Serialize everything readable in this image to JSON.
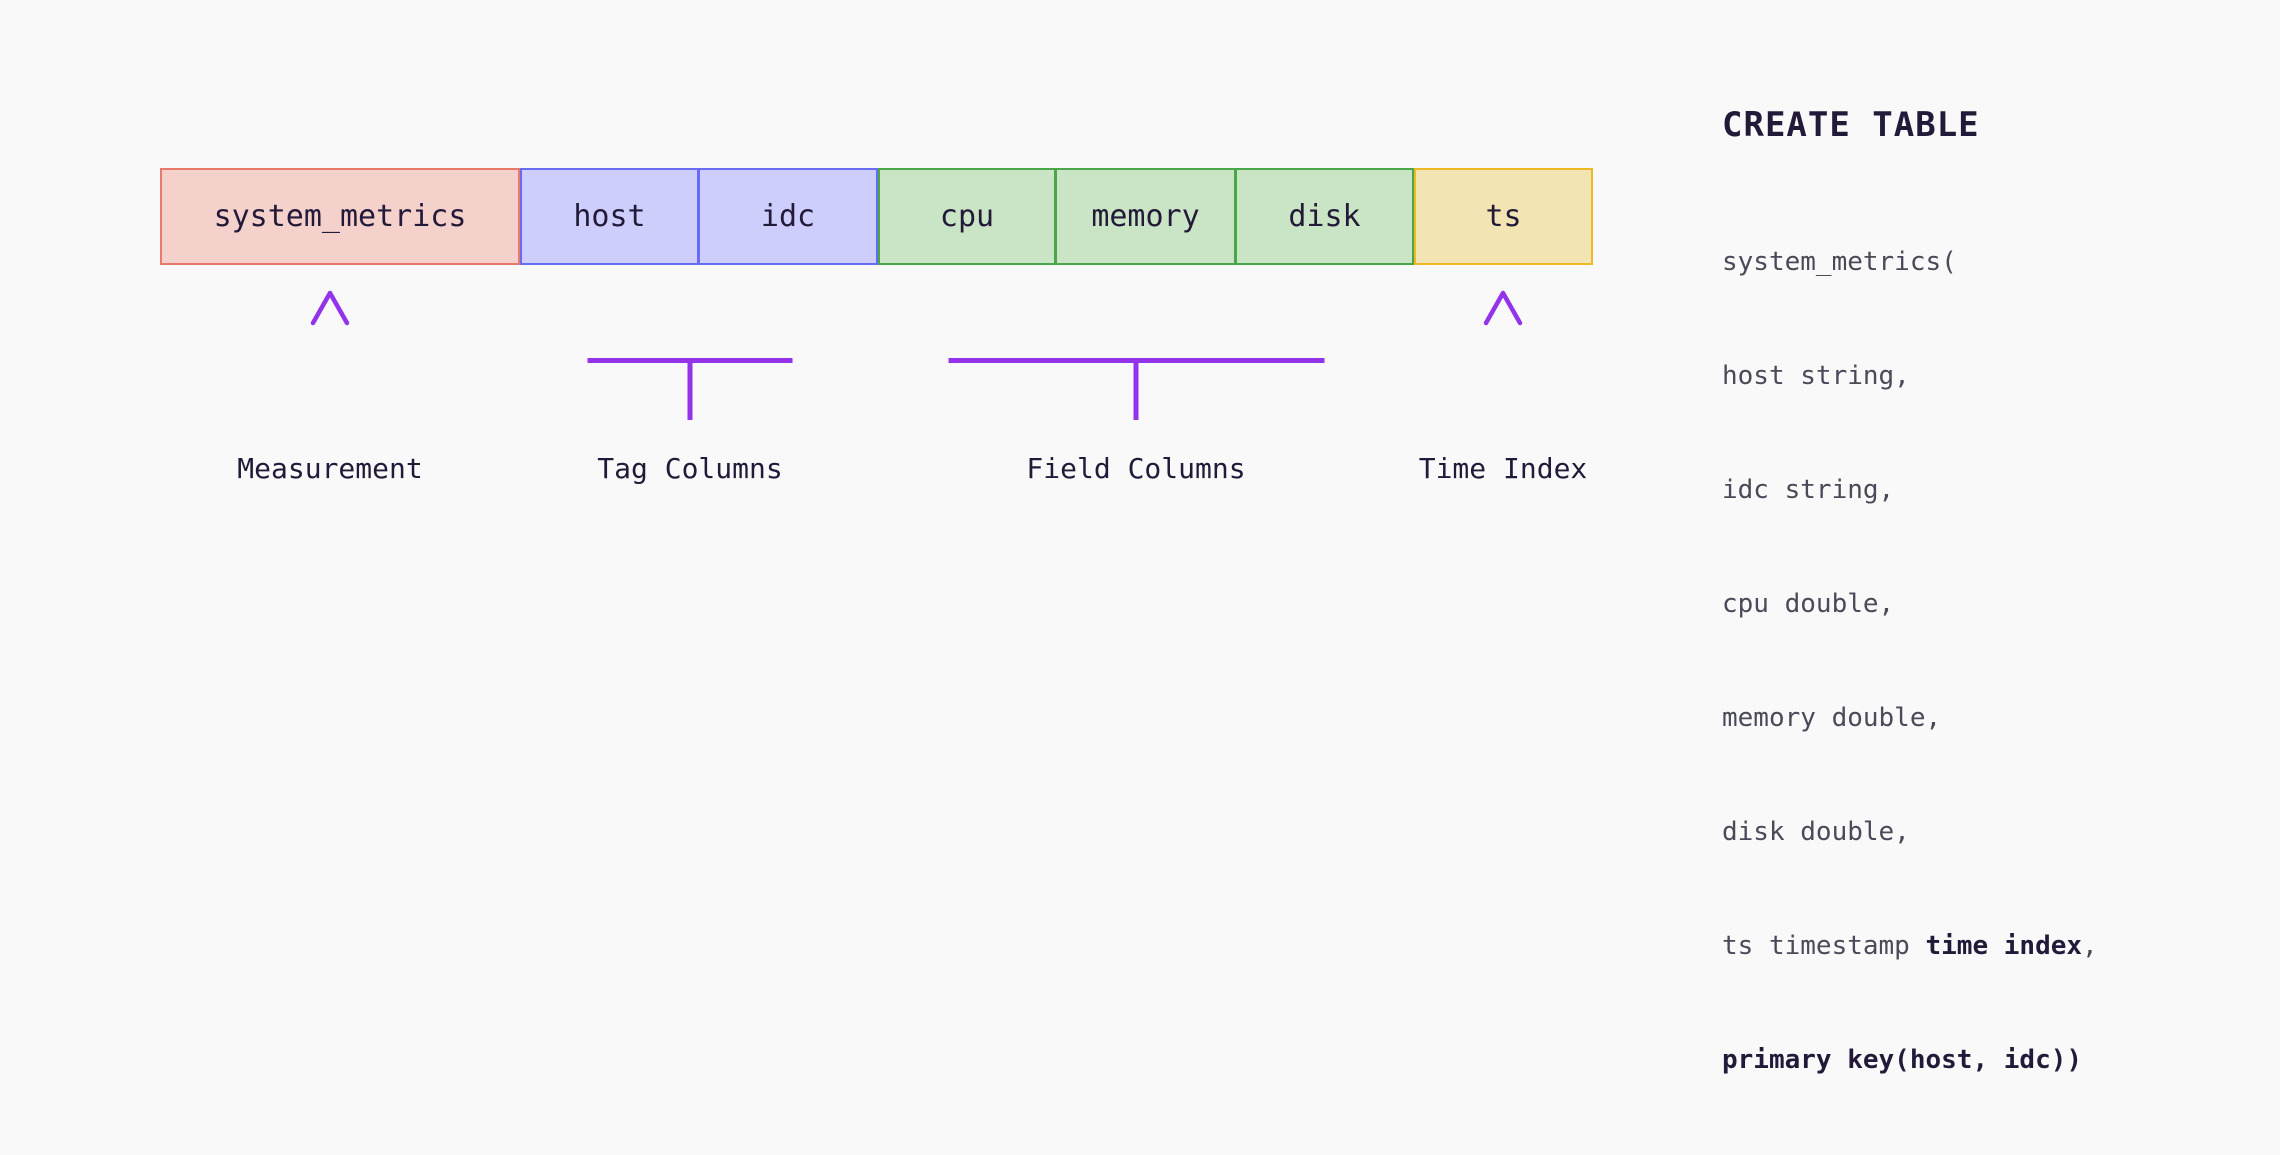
{
  "diagram": {
    "background_color": "#f9f9fa",
    "text_color": "#221a38",
    "accent_color": "#9333ea",
    "groups": [
      {
        "name": "measurement",
        "label": "Measurement",
        "annotation": "arrow",
        "fill": "#f5d1cc",
        "border": "#e9796c",
        "cells": [
          "system_metrics"
        ]
      },
      {
        "name": "tag-columns",
        "label": "Tag Columns",
        "annotation": "bracket",
        "fill": "#cdcefc",
        "border": "#6a6bf5",
        "cells": [
          "host",
          "idc"
        ]
      },
      {
        "name": "field-columns",
        "label": "Field Columns",
        "annotation": "bracket",
        "fill": "#c9e5c5",
        "border": "#4aa648",
        "cells": [
          "cpu",
          "memory",
          "disk"
        ]
      },
      {
        "name": "time-index",
        "label": "Time Index",
        "annotation": "arrow",
        "fill": "#f3e4b4",
        "border": "#efb926",
        "cells": [
          "ts"
        ]
      }
    ],
    "cells": {
      "system_metrics": "system_metrics",
      "host": "host",
      "idc": "idc",
      "cpu": "cpu",
      "memory": "memory",
      "disk": "disk",
      "ts": "ts"
    },
    "labels": {
      "measurement": "Measurement",
      "tag_columns": "Tag Columns",
      "field_columns": "Field Columns",
      "time_index": "Time Index"
    }
  },
  "code": {
    "title": "CREATE TABLE",
    "lines": [
      {
        "plain": "system_metrics("
      },
      {
        "plain": "host string,"
      },
      {
        "plain": "idc string,"
      },
      {
        "plain": "cpu double,"
      },
      {
        "plain": "memory double,"
      },
      {
        "plain": "disk double,"
      },
      {
        "plain": "ts timestamp ",
        "bold": "time index",
        "tail": ","
      },
      {
        "bold": "primary key(host, idc))"
      }
    ],
    "full_text": "system_metrics(\nhost string,\nidc string,\ncpu double,\nmemory double,\ndisk double,\nts timestamp time index,\nprimary key(host, idc))"
  }
}
